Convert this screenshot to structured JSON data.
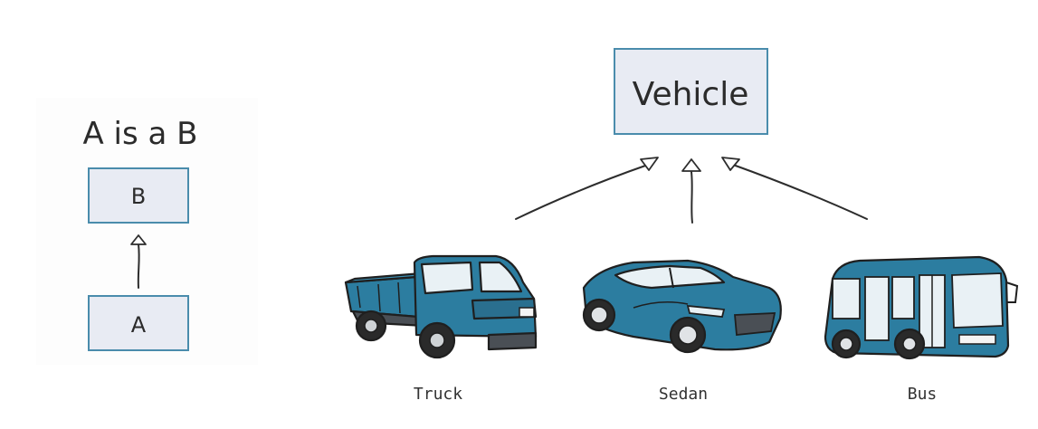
{
  "left_diagram": {
    "caption": "A is a B",
    "parent_label": "B",
    "child_label": "A"
  },
  "right_diagram": {
    "parent_label": "Vehicle",
    "children": [
      {
        "label": "Truck",
        "icon": "truck-icon"
      },
      {
        "label": "Sedan",
        "icon": "sedan-icon"
      },
      {
        "label": "Bus",
        "icon": "bus-icon"
      }
    ]
  },
  "colors": {
    "box_fill": "#e8ebf3",
    "box_border": "#4a8cac",
    "vehicle_blue": "#2c7da0",
    "line": "#2d2d2d"
  }
}
